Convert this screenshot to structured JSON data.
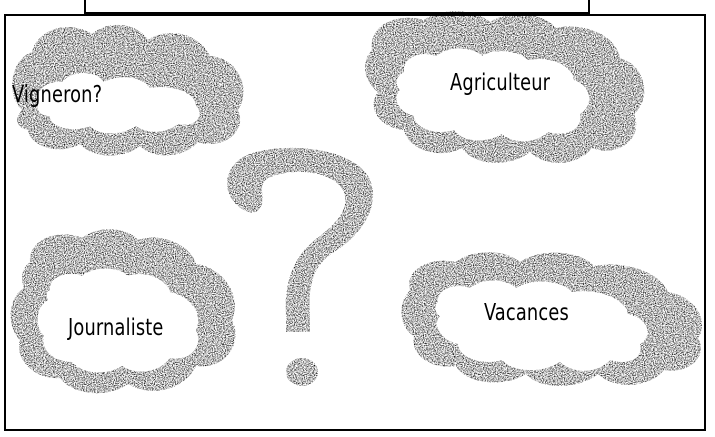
{
  "labels": {
    "vigneron": "Vigneron?",
    "agriculteur": "Agriculteur",
    "journaliste": "Journaliste",
    "vacances": "Vacances"
  },
  "colors": {
    "ink": "#000000",
    "background": "#ffffff"
  },
  "icons": {
    "center": "question-mark-icon",
    "bubbles": "cloud-icon"
  }
}
